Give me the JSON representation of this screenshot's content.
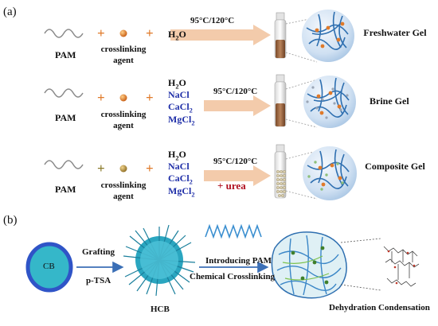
{
  "panel_a": {
    "label": "(a)",
    "rows": [
      {
        "polymer": "PAM",
        "agent": "crosslinking agent",
        "solvents": [
          "H2O"
        ],
        "conditions": "95°C/120°C",
        "gel": "Freshwater Gel"
      },
      {
        "polymer": "PAM",
        "agent": "crosslinking agent",
        "solvents": [
          "H2O",
          "NaCl",
          "CaCl2",
          "MgCl2"
        ],
        "conditions": "95°C/120°C",
        "gel": "Brine Gel"
      },
      {
        "polymer": "PAM",
        "agent": "crosslinking agent",
        "solvents": [
          "H2O",
          "NaCl",
          "CaCl2",
          "MgCl2"
        ],
        "conditions": "95°C/120°C",
        "additive": "+ urea",
        "gel": "Composite Gel"
      }
    ],
    "colors": {
      "arrow": "#f2c9a8",
      "sphere_blue": "#cfe2f3",
      "network": "#2e6fb0",
      "node": "#e07a2a"
    }
  },
  "panel_b": {
    "label": "(b)",
    "cb": "CB",
    "step1_top": "Grafting",
    "step1_bottom": "p-TSA",
    "hcb": "HCB",
    "step2_top": "Introducing PAM",
    "step2_bottom": "Chemical Crosslinking",
    "result": "Dehydration Condensation",
    "colors": {
      "cb_fill": "#35b7c9",
      "cb_ring": "#2f54c7",
      "hcb": "#2aa6c0"
    }
  }
}
